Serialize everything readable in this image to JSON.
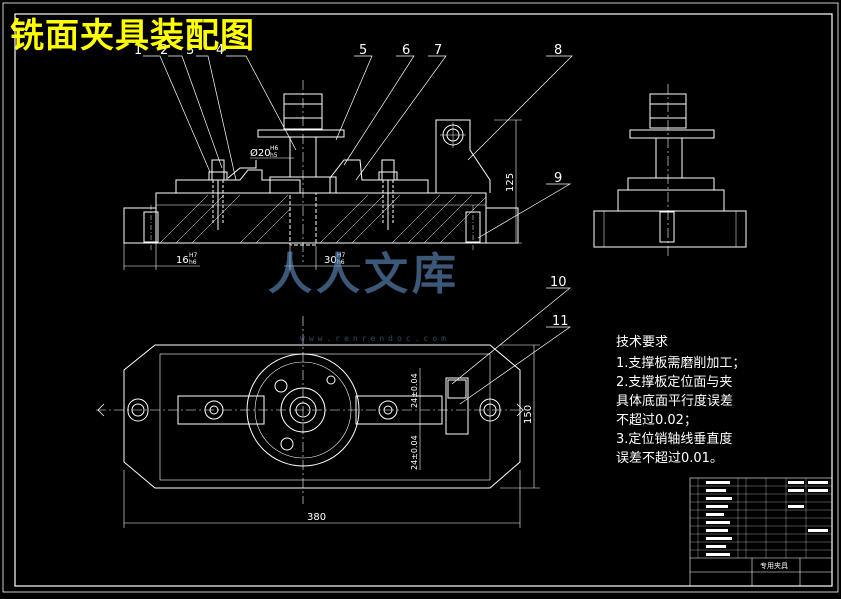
{
  "title": "铣面夹具装配图",
  "part_numbers": [
    "1",
    "2",
    "3",
    "4",
    "5",
    "6",
    "7",
    "8",
    "9",
    "10",
    "11"
  ],
  "dimensions": {
    "d20": "Ø20",
    "d20_fit_top": "H6",
    "d20_fit_bottom": "h5",
    "w16": "16",
    "w16_fit_top": "H7",
    "w16_fit_bottom": "h6",
    "w30": "30",
    "w30_fit_top": "H7",
    "w30_fit_bottom": "h6",
    "h125": "125",
    "l380": "380",
    "h150": "150",
    "v1": "24±0.04",
    "v2": "24±0.04"
  },
  "technical_requirements": {
    "heading": "技术要求",
    "lines": [
      "1.支撑板需磨削加工；",
      "2.支撑板定位面与夹",
      "具体底面平行度误差",
      "不超过0.02；",
      "3.定位销轴线垂直度",
      "误差不超过0.01。"
    ]
  },
  "title_block": {
    "drawing_name": "专用夹具"
  },
  "watermark": {
    "text": "人人文库",
    "url": "www.renrendoc.com"
  },
  "colors": {
    "background": "#000000",
    "lines": "#ffffff",
    "title": "#ffff00",
    "watermark": "#6ea0dc"
  }
}
